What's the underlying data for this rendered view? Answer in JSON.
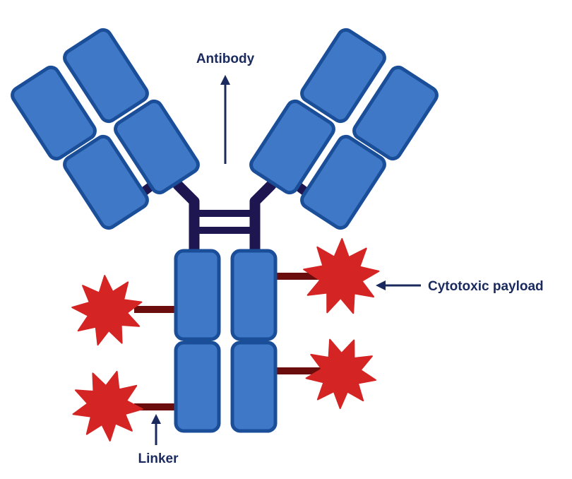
{
  "labels": {
    "antibody": "Antibody",
    "payload": "Cytotoxic payload",
    "linker": "Linker"
  },
  "colors": {
    "domain_fill": "#3e78c6",
    "domain_stroke": "#1a4e99",
    "hinge": "#1e1650",
    "payload_fill": "#d42424",
    "linker": "#6b0d0d",
    "label_text": "#1a2a5e"
  }
}
